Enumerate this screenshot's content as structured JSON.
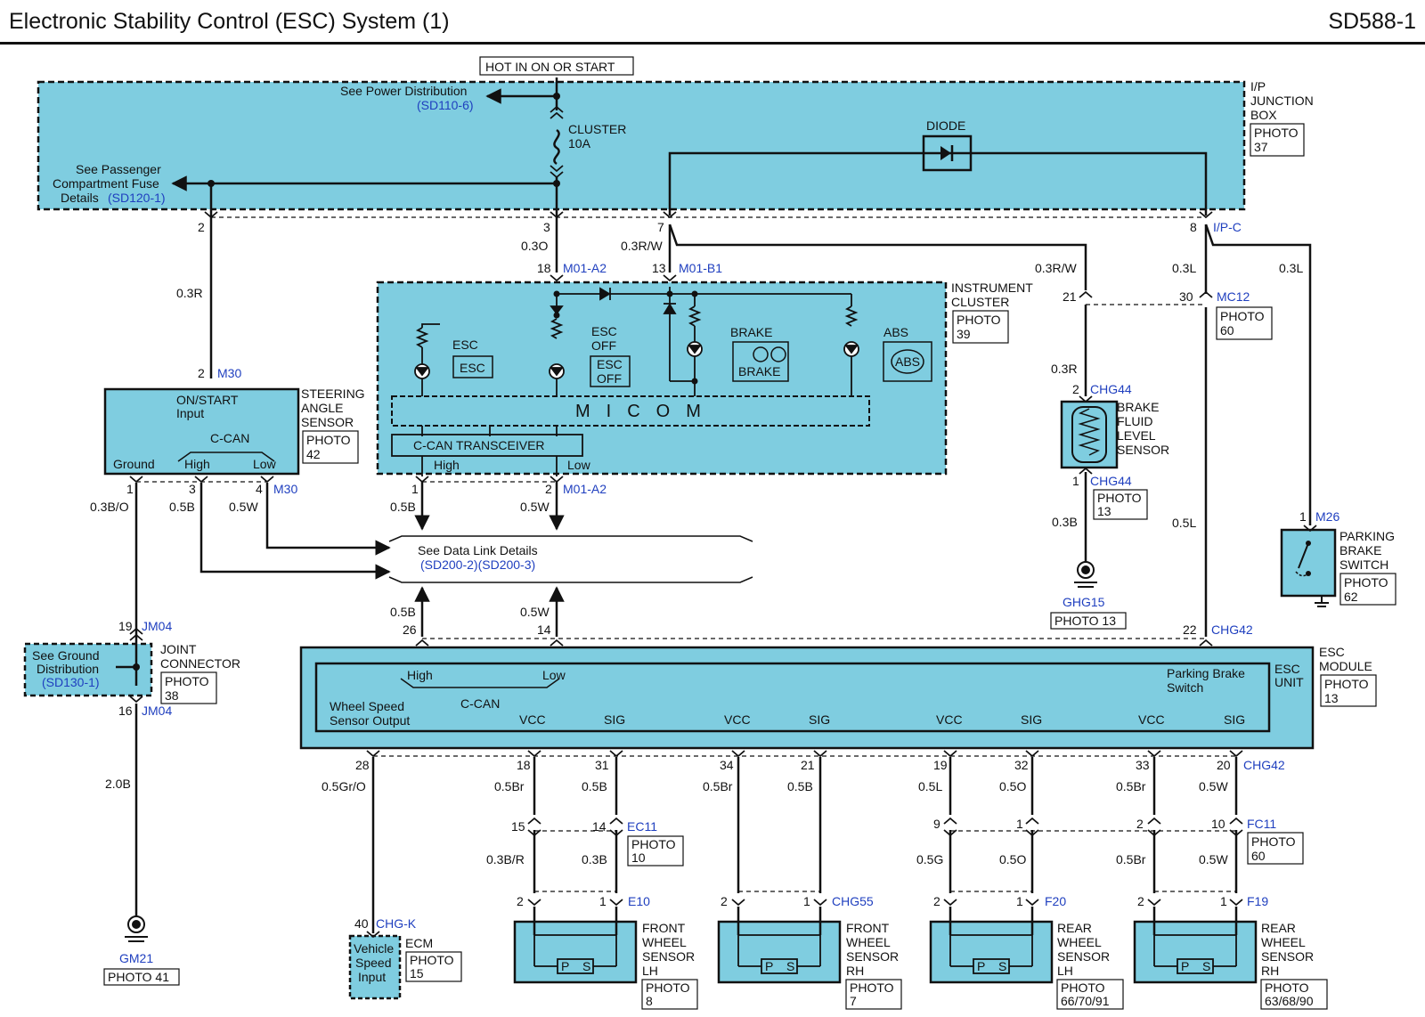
{
  "header": {
    "title": "Electronic Stability Control (ESC) System (1)",
    "code": "SD588-1"
  },
  "supply": {
    "label": "HOT IN ON OR START"
  },
  "ipjb": {
    "see_power": "See Power Distribution",
    "see_power_ref": "(SD110-6)",
    "passenger_1": "See Passenger",
    "passenger_2": "Compartment Fuse",
    "passenger_3": "Details",
    "passenger_ref": "(SD120-1)",
    "fuse_name": "CLUSTER",
    "fuse_rating": "10A",
    "diode": "DIODE",
    "name_1": "I/P",
    "name_2": "JUNCTION",
    "name_3": "BOX",
    "photo": "PHOTO",
    "photo_num": "37",
    "pin_2": "2",
    "pin_3": "3",
    "pin_7": "7",
    "pin_8": "8",
    "conn": "I/P-C"
  },
  "wires": {
    "w_03R": "0.3R",
    "w_03O": "0.3O",
    "w_03RW": "0.3R/W",
    "w_03RW_b": "0.3R/W",
    "w_03L_a": "0.3L",
    "w_03L_b": "0.3L",
    "w_03R_b": "0.3R",
    "w_03B": "0.3B",
    "w_05L": "0.5L",
    "w_03BO": "0.3B/O",
    "w_05B_s": "0.5B",
    "w_05W_s": "0.5W",
    "w_05B_c": "0.5B",
    "w_05W_c": "0.5W",
    "w_05B_e": "0.5B",
    "w_05W_e": "0.5W",
    "w_20B": "2.0B"
  },
  "cluster": {
    "pin_18": "18",
    "conn_a2": "M01-A2",
    "pin_13": "13",
    "conn_b1": "M01-B1",
    "name_1": "INSTRUMENT",
    "name_2": "CLUSTER",
    "photo": "PHOTO",
    "photo_num": "39",
    "esc_lamp": "ESC",
    "esc_icon": "ESC",
    "escoff_1": "ESC",
    "escoff_2": "OFF",
    "escoff_icon_1": "ESC",
    "escoff_icon_2": "OFF",
    "brake_lamp": "BRAKE",
    "brake_icon": "BRAKE",
    "abs_lamp": "ABS",
    "abs_icon": "ABS",
    "micom": "MICOM",
    "transceiver": "C-CAN TRANSCEIVER",
    "high": "High",
    "low": "Low",
    "pin_1": "1",
    "pin_2": "2",
    "conn_bot": "M01-A2"
  },
  "steering": {
    "pin_2": "2",
    "conn": "M30",
    "input_1": "ON/START",
    "input_2": "Input",
    "ccan": "C-CAN",
    "ground": "Ground",
    "high": "High",
    "low": "Low",
    "name_1": "STEERING",
    "name_2": "ANGLE",
    "name_3": "SENSOR",
    "photo": "PHOTO",
    "photo_num": "42",
    "pin_1": "1",
    "pin_3": "3",
    "pin_4": "4",
    "conn_bot": "M30"
  },
  "datalink": {
    "label": "See Data Link Details",
    "ref": "(SD200-2)(SD200-3)"
  },
  "mc12": {
    "pin_21": "21",
    "pin_30": "30",
    "conn": "MC12",
    "photo": "PHOTO",
    "photo_num": "60"
  },
  "bfls": {
    "pin_2": "2",
    "conn_top": "CHG44",
    "name_1": "BRAKE",
    "name_2": "FLUID",
    "name_3": "LEVEL",
    "name_4": "SENSOR",
    "pin_1": "1",
    "conn_bot": "CHG44",
    "photo": "PHOTO",
    "photo_num": "13",
    "ground": "GHG15",
    "ground_photo": "PHOTO 13"
  },
  "parking": {
    "pin_1": "1",
    "conn": "M26",
    "name_1": "PARKING",
    "name_2": "BRAKE",
    "name_3": "SWITCH",
    "photo": "PHOTO",
    "photo_num": "62"
  },
  "joint": {
    "pin_19": "19",
    "conn_top": "JM04",
    "see_1": "See Ground",
    "see_2": "Distribution",
    "see_ref": "(SD130-1)",
    "name_1": "JOINT",
    "name_2": "CONNECTOR",
    "photo": "PHOTO",
    "photo_num": "38",
    "pin_16": "16",
    "conn_bot": "JM04"
  },
  "gm21": {
    "label": "GM21",
    "photo": "PHOTO 41"
  },
  "esc": {
    "pin_26": "26",
    "pin_14": "14",
    "pin_22": "22",
    "conn_top": "CHG42",
    "high": "High",
    "low": "Low",
    "ccan": "C-CAN",
    "wss_1": "Wheel Speed",
    "wss_2": "Sensor Output",
    "pb_1": "Parking Brake",
    "pb_2": "Switch",
    "unit_1": "ESC",
    "unit_2": "UNIT",
    "vcc": "VCC",
    "sig": "SIG",
    "name_1": "ESC",
    "name_2": "MODULE",
    "photo": "PHOTO",
    "photo_num": "13",
    "conn_bot": "CHG42"
  },
  "bottom_pins": [
    {
      "pin": "28",
      "wire": "0.5Gr/O"
    },
    {
      "pin": "18",
      "wire": "0.5Br"
    },
    {
      "pin": "31",
      "wire": "0.5B"
    },
    {
      "pin": "34",
      "wire": "0.5Br"
    },
    {
      "pin": "21",
      "wire": "0.5B"
    },
    {
      "pin": "19",
      "wire": "0.5L"
    },
    {
      "pin": "32",
      "wire": "0.5O"
    },
    {
      "pin": "33",
      "wire": "0.5Br"
    },
    {
      "pin": "20",
      "wire": "0.5W"
    }
  ],
  "mid_conn": [
    {
      "pin": "15",
      "wire": "0.3B/R"
    },
    {
      "pin": "14",
      "wire": "0.3B"
    },
    {
      "pin": "9",
      "wire": "0.5G"
    },
    {
      "pin": "1",
      "wire": "0.5O"
    },
    {
      "pin": "2",
      "wire": "0.5Br"
    },
    {
      "pin": "10",
      "wire": "0.5W"
    }
  ],
  "ec11": {
    "conn": "EC11",
    "photo": "PHOTO",
    "photo_num": "10"
  },
  "fc11": {
    "conn": "FC11",
    "photo": "PHOTO",
    "photo_num": "60"
  },
  "ecm": {
    "pin": "40",
    "conn": "CHG-K",
    "input_1": "Vehicle",
    "input_2": "Speed",
    "input_3": "Input",
    "name": "ECM",
    "photo": "PHOTO",
    "photo_num": "15"
  },
  "sensors": [
    {
      "pin_a": "2",
      "pin_b": "1",
      "conn": "E10",
      "name_1": "FRONT",
      "name_2": "WHEEL",
      "name_3": "SENSOR",
      "name_4": "LH",
      "photo": "PHOTO",
      "photo_num": "8"
    },
    {
      "pin_a": "2",
      "pin_b": "1",
      "conn": "CHG55",
      "name_1": "FRONT",
      "name_2": "WHEEL",
      "name_3": "SENSOR",
      "name_4": "RH",
      "photo": "PHOTO",
      "photo_num": "7"
    },
    {
      "pin_a": "2",
      "pin_b": "1",
      "conn": "F20",
      "name_1": "REAR",
      "name_2": "WHEEL",
      "name_3": "SENSOR",
      "name_4": "LH",
      "photo": "PHOTO",
      "photo_num": "66/70/91"
    },
    {
      "pin_a": "2",
      "pin_b": "1",
      "conn": "F19",
      "name_1": "REAR",
      "name_2": "WHEEL",
      "name_3": "SENSOR",
      "name_4": "RH",
      "photo": "PHOTO",
      "photo_num": "63/68/90"
    }
  ],
  "sensor_ps": {
    "p": "P",
    "s": "S"
  },
  "colors": {
    "module_fill": "#7fcde0",
    "wire": "#111111",
    "ref_blue": "#1f3fbf"
  }
}
